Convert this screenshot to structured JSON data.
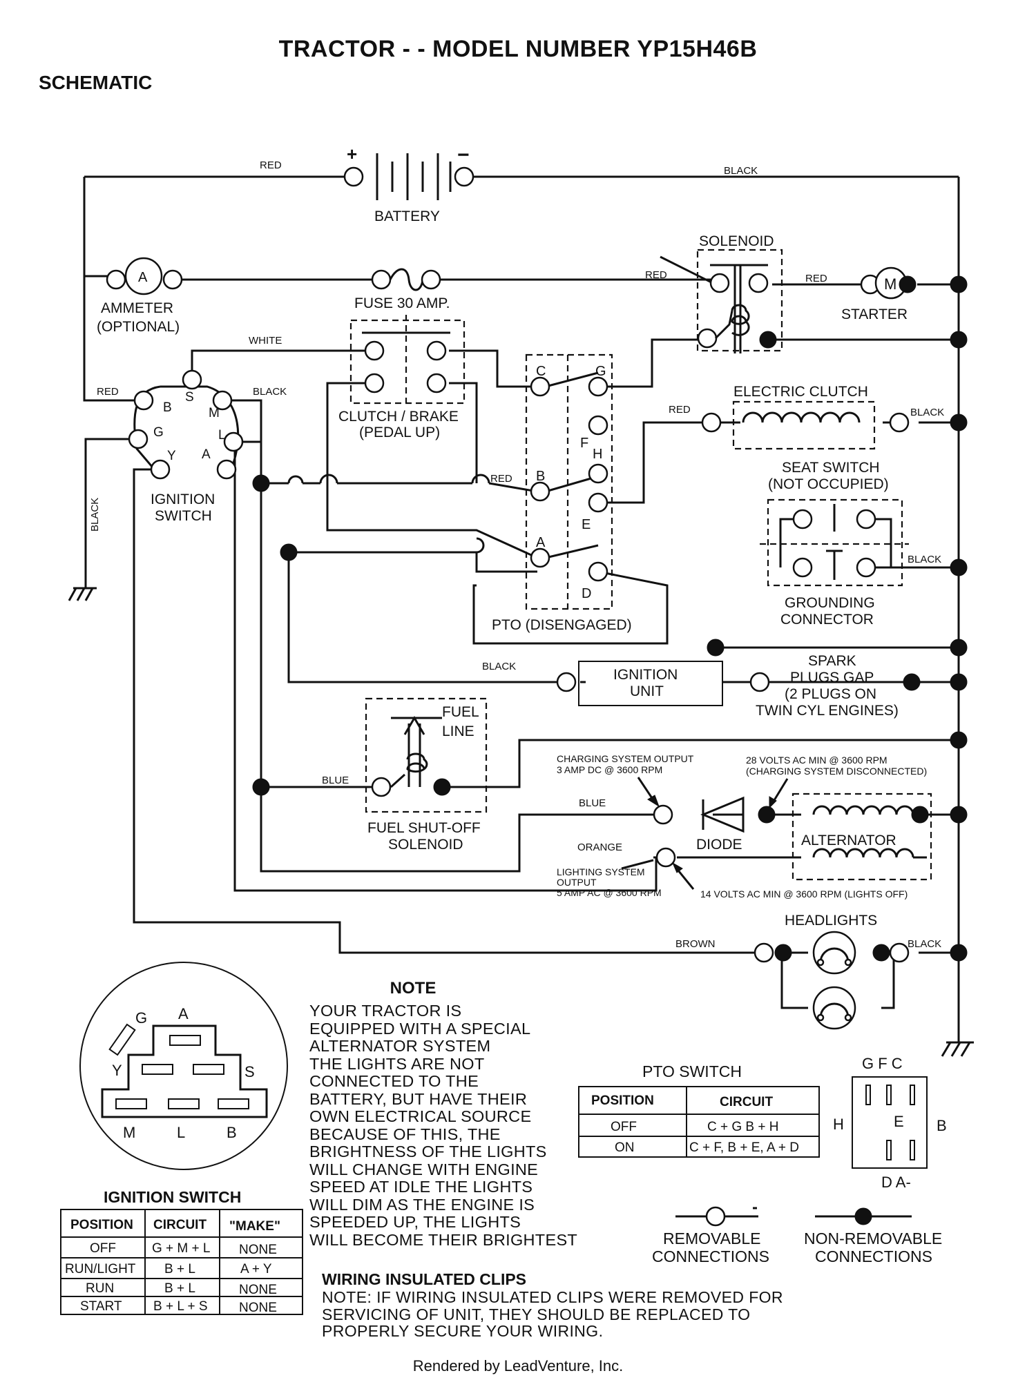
{
  "title": "TRACTOR - - MODEL NUMBER YP15H46B",
  "section": "SCHEMATIC",
  "components": {
    "battery": "BATTERY",
    "ammeter": "AMMETER",
    "ammeter_note": "(OPTIONAL)",
    "ammeter_symbol": "A",
    "fuse": "FUSE 30 AMP.",
    "solenoid": "SOLENOID",
    "starter": "STARTER",
    "starter_symbol": "M",
    "clutch_brake": "CLUTCH / BRAKE",
    "clutch_brake_state": "(PEDAL UP)",
    "electric_clutch": "ELECTRIC CLUTCH",
    "seat_switch": "SEAT SWITCH",
    "seat_switch_state": "(NOT OCCUPIED)",
    "grounding_connector_1": "GROUNDING",
    "grounding_connector_2": "CONNECTOR",
    "pto": "PTO (DISENGAGED)",
    "ignition_switch_1": "IGNITION",
    "ignition_switch_2": "SWITCH",
    "ignition_unit_1": "IGNITION",
    "ignition_unit_2": "UNIT",
    "spark_plugs": [
      "SPARK",
      "PLUGS GAP",
      "(2 PLUGS ON",
      "TWIN CYL  ENGINES)"
    ],
    "fuel_line_1": "FUEL",
    "fuel_line_2": "LINE",
    "fuel_solenoid_1": "FUEL SHUT-OFF",
    "fuel_solenoid_2": "SOLENOID",
    "diode": "DIODE",
    "alternator": "ALTERNATOR",
    "headlights": "HEADLIGHTS"
  },
  "terminals": {
    "ignition": [
      "S",
      "B",
      "M",
      "G",
      "L",
      "Y",
      "A"
    ],
    "pto": [
      "C",
      "G",
      "F",
      "H",
      "B",
      "E",
      "A",
      "D"
    ]
  },
  "wire_colors": {
    "red": "RED",
    "black": "BLACK",
    "white": "WHITE",
    "blue": "BLUE",
    "orange": "ORANGE",
    "brown": "BROWN"
  },
  "annotations": {
    "charging_output_1": "CHARGING SYSTEM OUTPUT",
    "charging_output_2": "3 AMP DC @ 3600 RPM",
    "volts28_1": "28 VOLTS AC MIN  @ 3600 RPM",
    "volts28_2": "(CHARGING SYSTEM DISCONNECTED)",
    "lighting_1": "LIGHTING SYSTEM",
    "lighting_2": "OUTPUT",
    "lighting_3": "5 AMP AC @ 3600 RPM",
    "volts14": "14 VOLTS AC MIN  @ 3600 RPM (LIGHTS OFF)"
  },
  "connector_diagram": {
    "labels": [
      "G",
      "A",
      "Y",
      "S",
      "M",
      "L",
      "B"
    ],
    "caption": "IGNITION SWITCH"
  },
  "ignition_table": {
    "headers": [
      "POSITION",
      "CIRCUIT",
      "\"MAKE\""
    ],
    "rows": [
      [
        "OFF",
        "G + M + L",
        "NONE"
      ],
      [
        "RUN/LIGHT",
        "B + L",
        "A + Y"
      ],
      [
        "RUN",
        "B + L",
        "NONE"
      ],
      [
        "START",
        "B + L + S",
        "NONE"
      ]
    ]
  },
  "pto_table": {
    "title": "PTO SWITCH",
    "headers": [
      "POSITION",
      "CIRCUIT"
    ],
    "rows": [
      [
        "OFF",
        "C + G  B + H"
      ],
      [
        "ON",
        "C + F, B + E, A + D"
      ]
    ]
  },
  "pto_pinout": {
    "top": "G F C",
    "left": "H",
    "center": "E",
    "right": "B",
    "bottom": "D  A-"
  },
  "note": {
    "title": "NOTE",
    "lines": [
      "YOUR TRACTOR IS",
      "EQUIPPED WITH A SPECIAL",
      "ALTERNATOR SYSTEM",
      "THE LIGHTS ARE NOT",
      "CONNECTED TO THE",
      "BATTERY, BUT HAVE THEIR",
      "OWN ELECTRICAL SOURCE",
      "BECAUSE OF THIS, THE",
      "BRIGHTNESS OF THE LIGHTS",
      "WILL CHANGE WITH ENGINE",
      "SPEED   AT IDLE THE LIGHTS",
      "WILL DIM   AS THE ENGINE IS",
      "SPEEDED UP, THE LIGHTS",
      "WILL BECOME THEIR BRIGHTEST"
    ]
  },
  "legend": {
    "removable_1": "REMOVABLE",
    "removable_2": "CONNECTIONS",
    "nonremovable_1": "NON-REMOVABLE",
    "nonremovable_2": "CONNECTIONS"
  },
  "clips": {
    "title": "WIRING INSULATED CLIPS",
    "lines": [
      "NOTE: IF WIRING INSULATED CLIPS WERE REMOVED FOR",
      "SERVICING OF UNIT, THEY SHOULD BE REPLACED TO",
      "PROPERLY SECURE YOUR WIRING."
    ]
  },
  "footer": "Rendered by LeadVenture, Inc."
}
